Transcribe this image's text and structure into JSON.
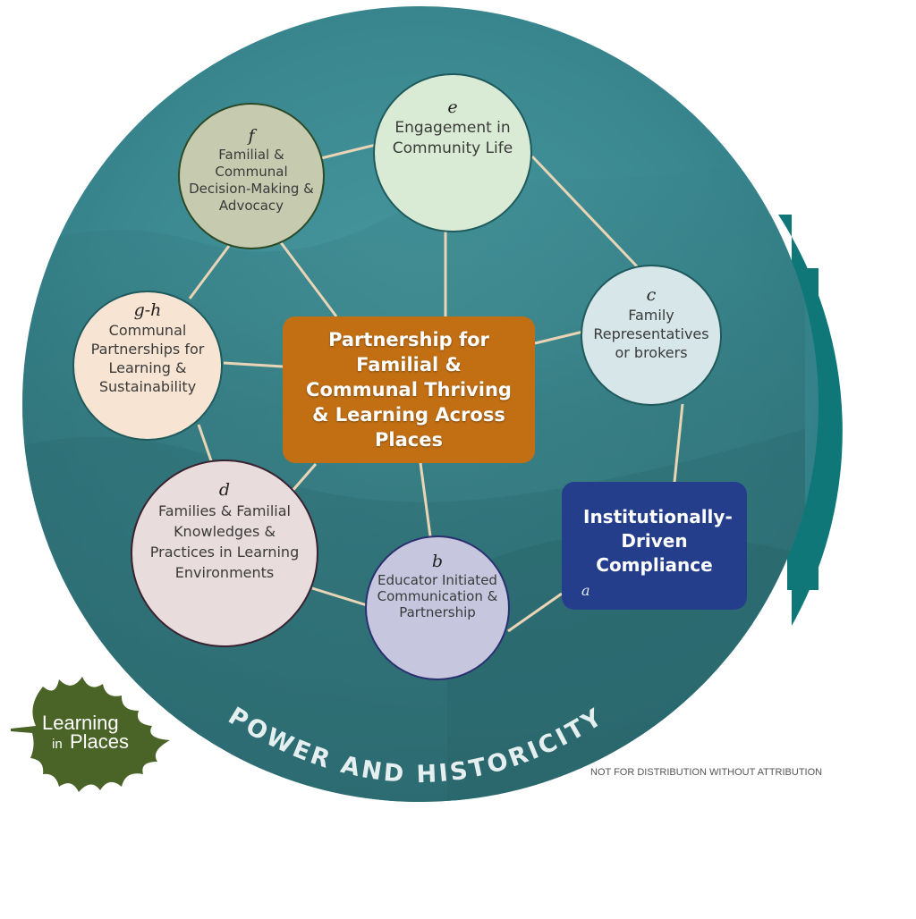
{
  "colors": {
    "circle_bg": "#3e8e96",
    "teal_edge": "#0f7778",
    "hub": "#c26f14",
    "institutional": "#253e8c",
    "connector": "#e9d5b6",
    "logo_leaf": "#4a6428"
  },
  "hub": {
    "label": "Partnership for Familial & Communal Thriving & Learning Across Places"
  },
  "institutional": {
    "label": "Institutionally-Driven Compliance",
    "letter": "a"
  },
  "nodes": [
    {
      "letter": "e",
      "label": "Engagement in Community Life"
    },
    {
      "letter": "f",
      "label": "Familial & Communal Decision-Making & Advocacy"
    },
    {
      "letter": "c",
      "label": "Family Representatives or brokers"
    },
    {
      "letter": "g-h",
      "label": "Communal Partnerships for Learning & Sustainability"
    },
    {
      "letter": "d",
      "label": "Families & Familial Knowledges & Practices in Learning Environments"
    },
    {
      "letter": "b",
      "label": "Educator Initiated Communication & Partnership"
    }
  ],
  "footer": {
    "arc_text": "POWER AND HISTORICITY",
    "notice": "NOT FOR DISTRIBUTION WITHOUT ATTRIBUTION"
  },
  "logo": {
    "line1": "Learning",
    "line2_a": "in",
    "line2_b": "Places",
    "icon": "leaf-icon"
  }
}
